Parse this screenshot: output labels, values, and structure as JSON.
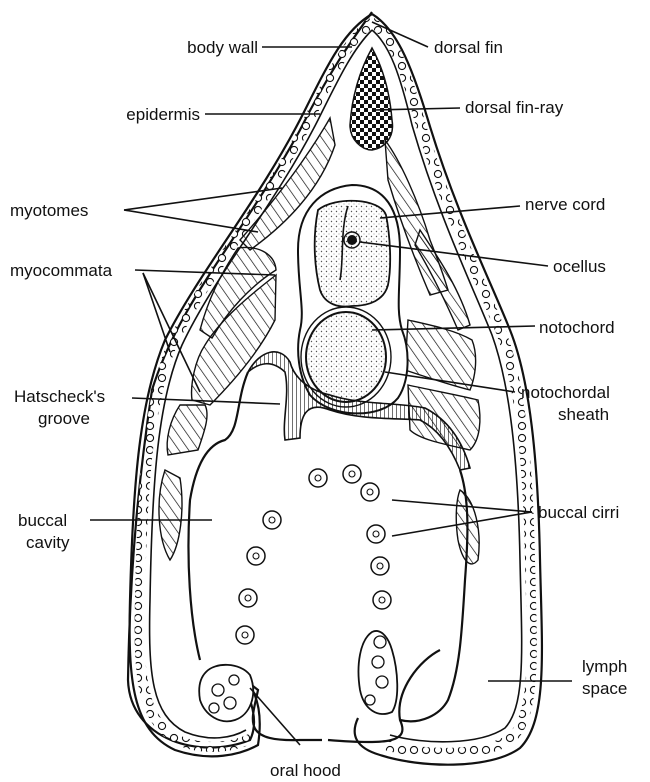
{
  "labels": {
    "body_wall": "body wall",
    "dorsal_fin": "dorsal fin",
    "epidermis": "epidermis",
    "dorsal_fin_ray": "dorsal fin-ray",
    "myotomes": "myotomes",
    "nerve_cord": "nerve cord",
    "myocommata": "myocommata",
    "ocellus": "ocellus",
    "notochord": "notochord",
    "hatschecks_groove_1": "Hatscheck's",
    "hatschecks_groove_2": "groove",
    "notochordal_sheath_1": "notochordal",
    "notochordal_sheath_2": "sheath",
    "buccal_cavity_1": "buccal",
    "buccal_cavity_2": "cavity",
    "buccal_cirri": "buccal cirri",
    "lymph_space_1": "lymph",
    "lymph_space_2": "space",
    "oral_hood": "oral hood"
  }
}
